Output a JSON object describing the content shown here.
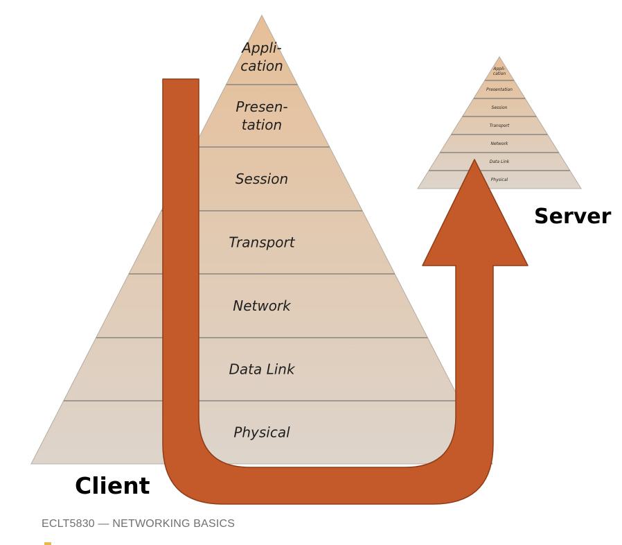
{
  "client": {
    "label": "Client",
    "layers": [
      {
        "lines": [
          "Appli-",
          "cation"
        ]
      },
      {
        "lines": [
          "Presen-",
          "tation"
        ]
      },
      {
        "lines": [
          "Session"
        ]
      },
      {
        "lines": [
          "Transport"
        ]
      },
      {
        "lines": [
          "Network"
        ]
      },
      {
        "lines": [
          "Data Link"
        ]
      },
      {
        "lines": [
          "Physical"
        ]
      }
    ]
  },
  "server": {
    "label": "Server",
    "layers": [
      {
        "lines": [
          "Appli-",
          "cation"
        ]
      },
      {
        "lines": [
          "Presentation"
        ]
      },
      {
        "lines": [
          "Session"
        ]
      },
      {
        "lines": [
          "Transport"
        ]
      },
      {
        "lines": [
          "Network"
        ]
      },
      {
        "lines": [
          "Data Link"
        ]
      },
      {
        "lines": [
          "Physical"
        ]
      }
    ]
  },
  "footer": {
    "text": "ECLT5830 — NETWORKING BASICS"
  },
  "colors": {
    "arrow_fill": "#c45a2a",
    "arrow_stroke": "#8e3c18",
    "layer_top": "#e9c29a",
    "layer_bottom": "#d8d2cc",
    "layer_line": "#8a8580",
    "text": "#1e1e1e"
  }
}
